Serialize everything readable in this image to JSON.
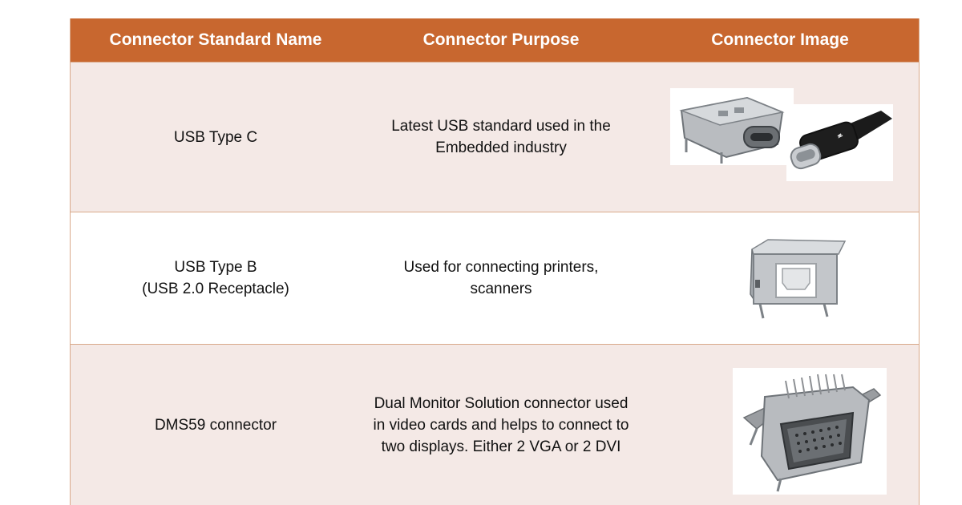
{
  "table": {
    "headers": [
      "Connector Standard Name",
      "Connector Purpose",
      "Connector Image"
    ],
    "rows": [
      {
        "name": "USB Type C",
        "name_line2": "",
        "purpose": "Latest USB standard used in the Embedded industry",
        "images": [
          "usb-c-receptacle-icon",
          "usb-c-cable-icon"
        ]
      },
      {
        "name": "USB Type B",
        "name_line2": "(USB 2.0 Receptacle)",
        "purpose": "Used for connecting printers, scanners",
        "images": [
          "usb-b-receptacle-icon"
        ]
      },
      {
        "name": "DMS59 connector",
        "name_line2": "",
        "purpose": "Dual Monitor Solution connector used in video cards and helps to connect to two displays. Either 2 VGA or 2 DVI",
        "images": [
          "dms59-connector-icon"
        ]
      }
    ]
  },
  "colors": {
    "header_bg": "#c8672f",
    "row_alt_bg": "#f4e9e6",
    "border": "#d9a98a"
  }
}
